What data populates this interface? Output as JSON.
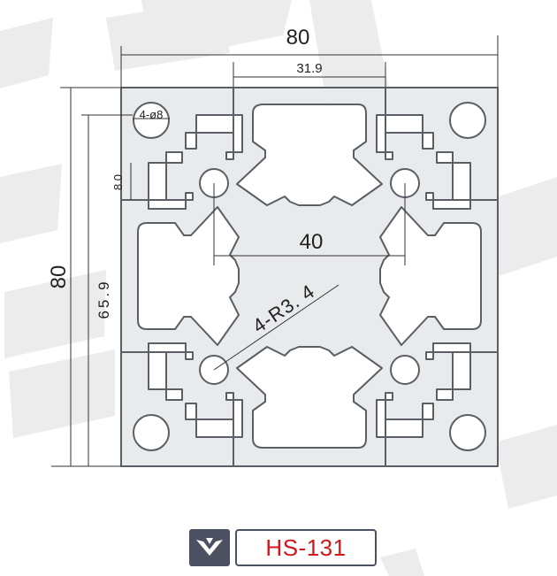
{
  "dimensions": {
    "overall_width": "80",
    "slot_width": "31.9",
    "overall_height": "80",
    "hole_spacing_height": "65.9",
    "slot_depth": "8.0",
    "center_spacing": "40",
    "corner_holes": "4-ø8",
    "center_holes_radius": "4-R3. 4"
  },
  "model": {
    "code": "HS-131",
    "logo_icon": "winged-emblem-icon",
    "border_color": "#4b5160",
    "text_color": "#d1161c"
  },
  "colors": {
    "profile_fill": "#e9eaec",
    "profile_stroke": "#5a5f66",
    "watermark": "#ececec"
  }
}
